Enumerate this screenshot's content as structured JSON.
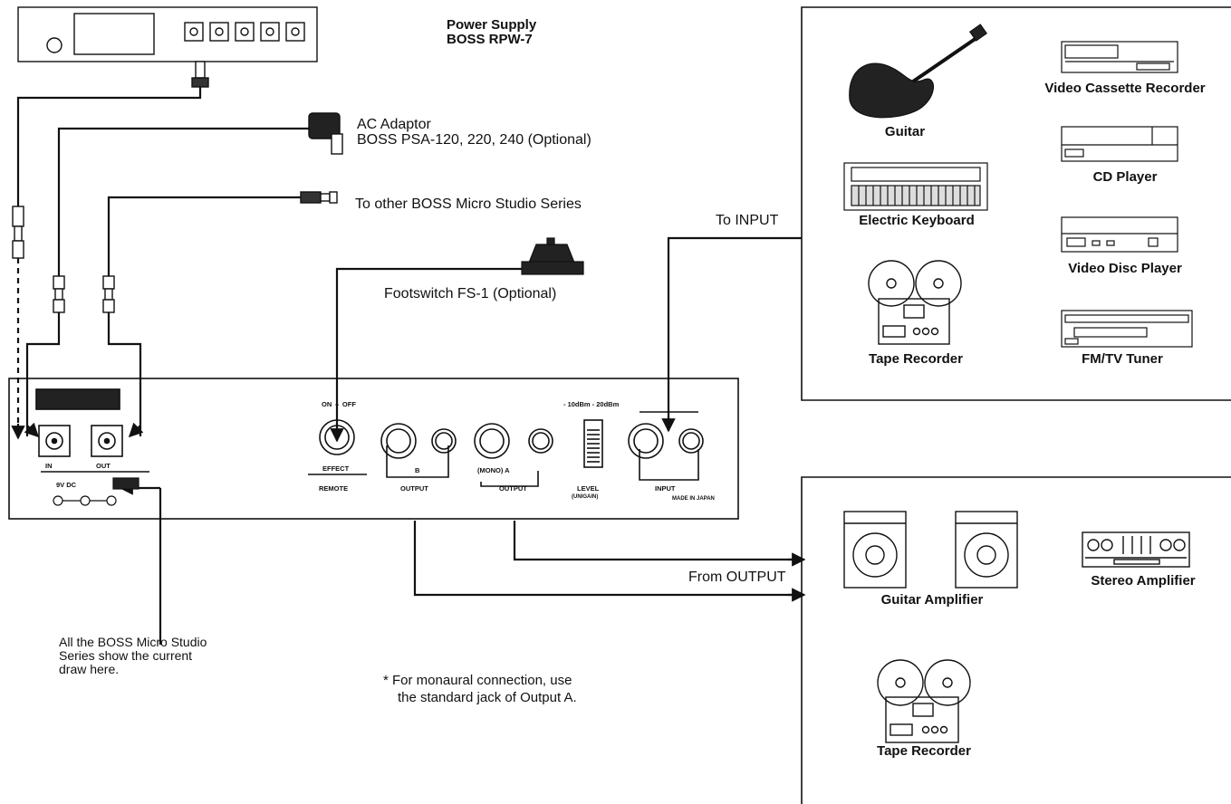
{
  "labels": {
    "power_supply": "Power Supply",
    "power_supply_model": "BOSS RPW-7",
    "ac_adaptor": "AC Adaptor",
    "ac_adaptor_model": "BOSS PSA-120, 220, 240 (Optional)",
    "to_other": "To other BOSS Micro Studio Series",
    "footswitch": "Footswitch FS-1 (Optional)",
    "to_input": "To INPUT",
    "from_output": "From OUTPUT",
    "current_draw_1": "All the BOSS Micro Studio",
    "current_draw_2": "Series show the current",
    "current_draw_3": "draw here.",
    "footnote_1": "* For monaural connection, use",
    "footnote_2": "the standard jack of Output A."
  },
  "sources": {
    "guitar": "Guitar",
    "video_cassette": "Video Cassette Recorder",
    "cd_player": "CD Player",
    "keyboard": "Electric Keyboard",
    "video_disc": "Video Disc Player",
    "tape_recorder": "Tape Recorder",
    "tuner": "FM/TV Tuner"
  },
  "destinations": {
    "guitar_amp": "Guitar Amplifier",
    "stereo_amp": "Stereo Amplifier",
    "tape_recorder": "Tape Recorder"
  },
  "panel": {
    "in": "IN",
    "out": "OUT",
    "dc": "9V DC",
    "on_off": "ON ⇔ OFF",
    "effect": "EFFECT",
    "remote": "REMOTE",
    "b": "B",
    "mono_a": "(MONO)  A",
    "output_b": "OUTPUT",
    "output_a": "OUTPUT",
    "level_range": "- 10dBm   - 20dBm",
    "level": "LEVEL",
    "unigain": "(UNIGAIN)",
    "input": "INPUT",
    "made_in": "MADE IN JAPAN"
  }
}
